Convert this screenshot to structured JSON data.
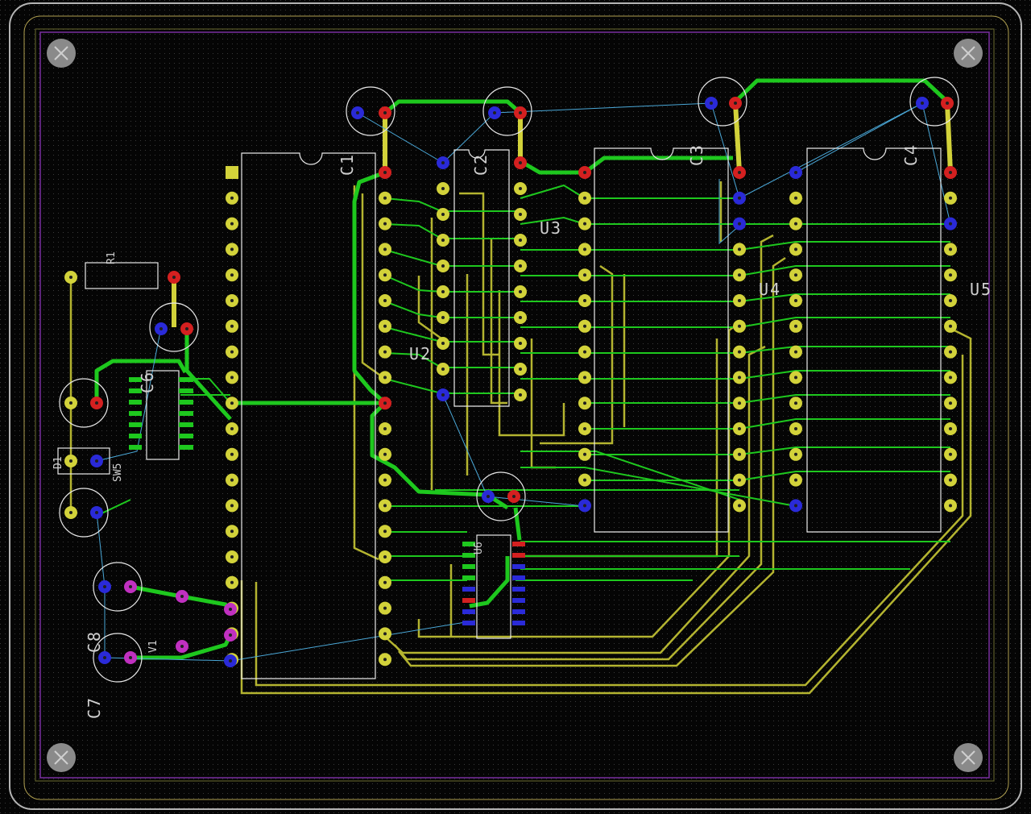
{
  "board": {
    "colors": {
      "background": "#050505",
      "grid": "#2e2e2e",
      "edge_outer": "#b4b4b4",
      "edge_inner": "#b0a050",
      "keepout": "#7a2fa0",
      "silk": "#e8e8e8",
      "pad_yellow": "#d2d23a",
      "pad_blue": "#2a2ad8",
      "pad_red": "#d42020",
      "pad_magenta": "#c030c0",
      "trace_green": "#1ec81e",
      "trace_yellow": "#b4b430",
      "ratsnest": "#4aa8d8",
      "mounting_hole": "#8a8a8a"
    },
    "references": {
      "c1": "C1",
      "c2": "C2",
      "c3": "C3",
      "c4": "C4",
      "c6": "C6",
      "c7": "C7",
      "c8": "C8",
      "u2": "U2",
      "u3": "U3",
      "u4": "U4",
      "u5": "U5",
      "r1": "R1",
      "d1": "D1",
      "sw5": "SW5",
      "v1": "V1",
      "u6": "U6"
    },
    "icons": [
      "mounting-hole-icon"
    ]
  }
}
